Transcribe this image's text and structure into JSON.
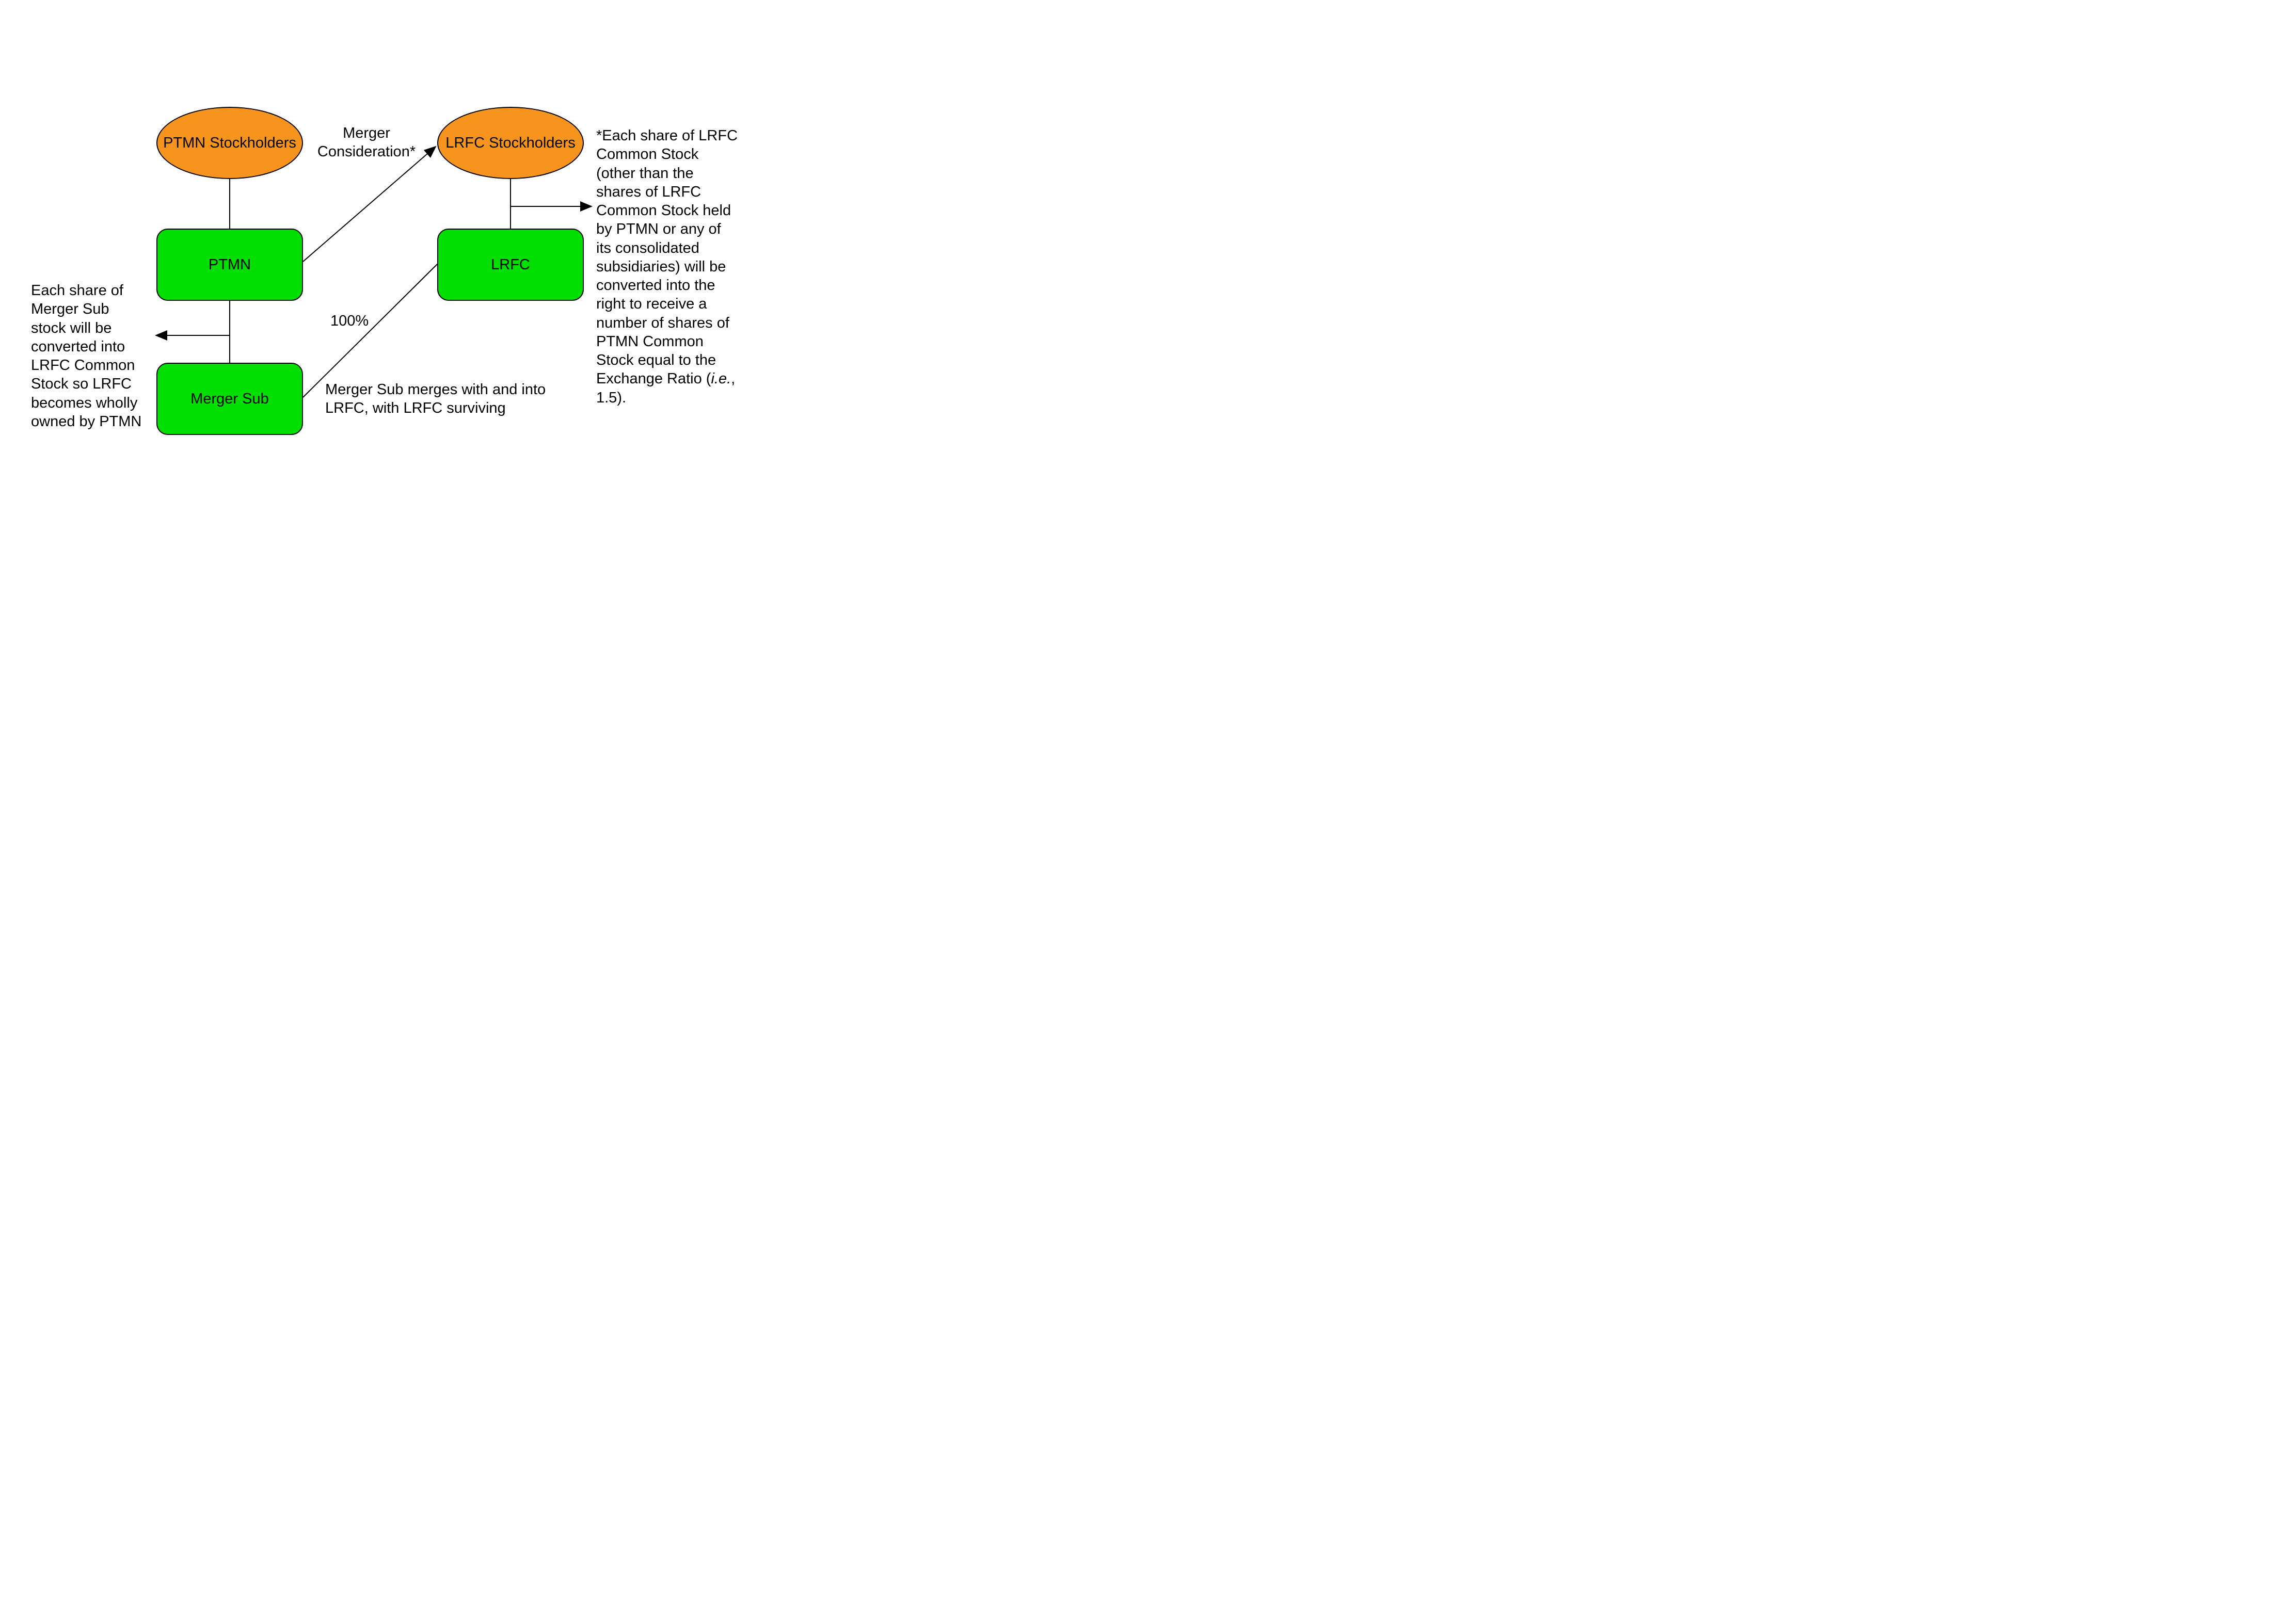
{
  "diagram": {
    "nodes": {
      "ptmn_stockholders": "PTMN Stockholders",
      "lrfc_stockholders": "LRFC Stockholders",
      "ptmn": "PTMN",
      "lrfc": "LRFC",
      "merger_sub": "Merger Sub"
    },
    "labels": {
      "merger_consideration": "Merger\nConsideration*",
      "ownership_pct": "100%",
      "merger_sub_note": "Merger Sub merges with and into\nLRFC, with LRFC surviving",
      "left_note": "Each share of\nMerger Sub\nstock will be\nconverted into\nLRFC Common\nStock so LRFC\nbecomes wholly\nowned by PTMN",
      "right_note_before": "*Each share of LRFC\nCommon Stock\n(other than the\nshares of LRFC\nCommon Stock held\nby PTMN or any of\nits consolidated\nsubsidiaries) will be\nconverted into the\nright to receive a\nnumber of shares of\nPTMN Common\nStock equal to the\nExchange Ratio (",
      "right_note_italic": "i.e.",
      "right_note_after": ",\n1.5)."
    },
    "colors": {
      "stockholder_fill": "#F7941E",
      "entity_fill": "#00DF00",
      "line": "#000000"
    }
  }
}
